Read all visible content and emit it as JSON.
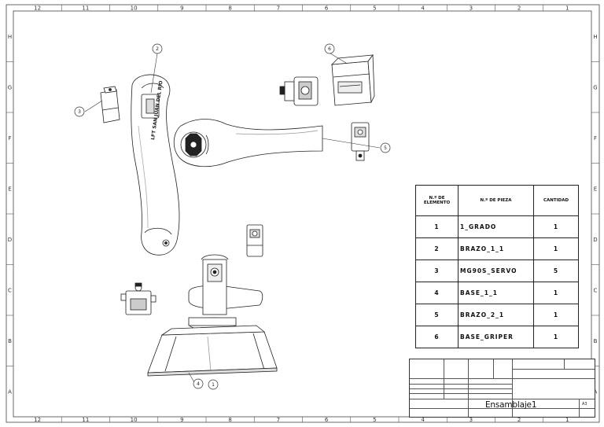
{
  "frame": {
    "columns_top": [
      "12",
      "11",
      "10",
      "9",
      "8",
      "7",
      "6",
      "5",
      "4",
      "3",
      "2",
      "1"
    ],
    "columns_bottom": [
      "12",
      "11",
      "10",
      "9",
      "8",
      "7",
      "6",
      "5",
      "4",
      "3",
      "2",
      "1"
    ],
    "rows_left": [
      "H",
      "G",
      "F",
      "E",
      "D",
      "C",
      "B",
      "A"
    ],
    "rows_right": [
      "H",
      "G",
      "F",
      "E",
      "D",
      "C",
      "B",
      "A"
    ]
  },
  "balloons": [
    "1",
    "2",
    "3",
    "4",
    "5",
    "6"
  ],
  "etched_text": "LFT SAN JUAN DEL RIO",
  "bom": {
    "headers": [
      "N.º DE ELEMENTO",
      "N.º DE PIEZA",
      "CANTIDAD"
    ],
    "rows": [
      {
        "item": "1",
        "part": "1_GRADO",
        "qty": "1"
      },
      {
        "item": "2",
        "part": "BRAZO_1_1",
        "qty": "1"
      },
      {
        "item": "3",
        "part": "MG90S_SERVO",
        "qty": "5"
      },
      {
        "item": "4",
        "part": "BASE_1_1",
        "qty": "1"
      },
      {
        "item": "5",
        "part": "BRAZO_2_1",
        "qty": "1"
      },
      {
        "item": "6",
        "part": "BASE_GRIPER",
        "qty": "1"
      }
    ]
  },
  "title_block": {
    "title": "Ensamblaje1",
    "size": "A3"
  }
}
